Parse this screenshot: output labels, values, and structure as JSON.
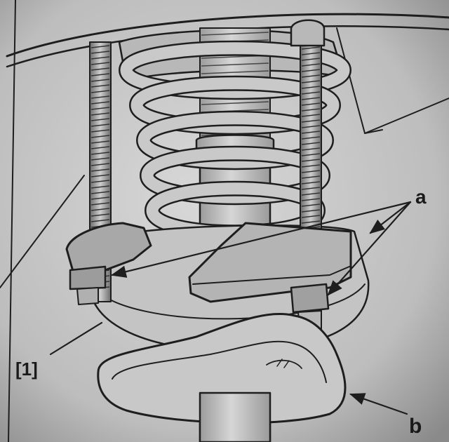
{
  "labels": {
    "a": "a",
    "b": "b",
    "callout_1": "[1]"
  },
  "colors": {
    "paper": "#cfcfcf",
    "paper_dark": "#a9a9a9",
    "ink": "#1e1e1e",
    "shadow": "#8f8f8f"
  }
}
